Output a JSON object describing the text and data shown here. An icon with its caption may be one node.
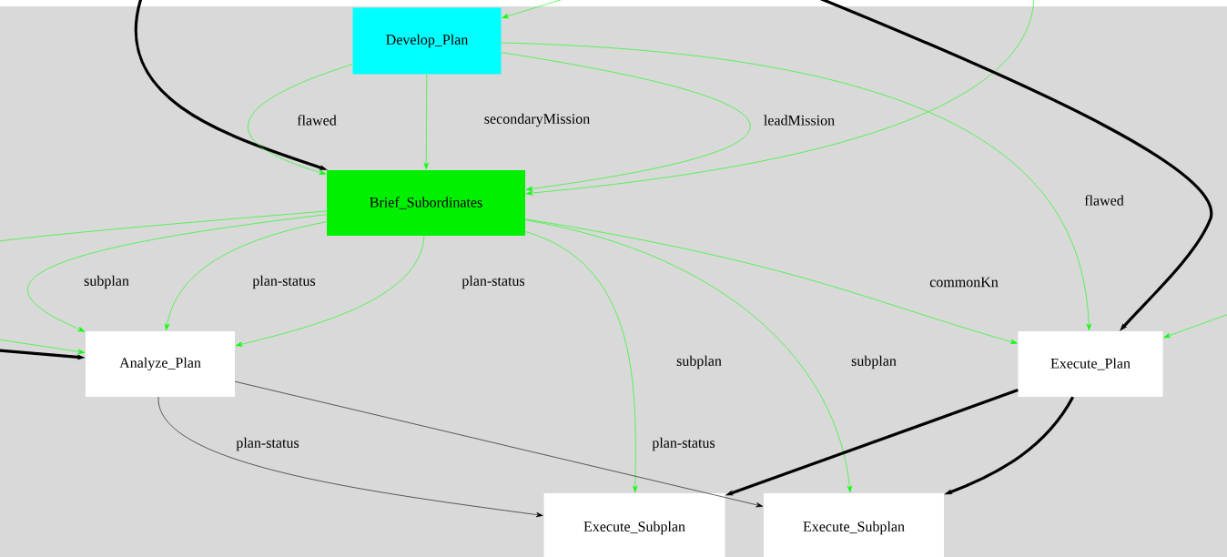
{
  "diagram": {
    "nodes": [
      {
        "text": [
          "Develop_Plan"
        ]
      },
      {
        "text": [
          "Brief_Subordinates"
        ]
      },
      {
        "text": [
          "Analyze_Plan"
        ]
      },
      {
        "text": [
          "Execute_Plan"
        ]
      },
      {
        "text": [
          "Execute_Subplan"
        ]
      },
      {
        "text": [
          "Execute_Subplan"
        ]
      }
    ],
    "edges": [
      {
        "from": null,
        "to": 1,
        "arrow": "to",
        "style": "thick",
        "color": "#000000"
      },
      {
        "from": null,
        "to": 0,
        "arrow": "to"
      },
      {
        "from": 0,
        "to": 1,
        "arrow": "to",
        "label": "flawed"
      },
      {
        "from": 0,
        "to": 1,
        "arrow": "to",
        "label": "secondaryMission"
      },
      {
        "from": 0,
        "to": 1,
        "arrow": "to",
        "label": "leadMission"
      },
      {
        "from": 0,
        "to": 3,
        "arrow": "to"
      },
      {
        "from": null,
        "to": 1,
        "arrow": "to"
      },
      {
        "from": null,
        "to": 3,
        "arrow": "to",
        "label": "flawed",
        "style": "thick",
        "color": "#000000"
      },
      {
        "from": null,
        "to": 3,
        "arrow": "to"
      },
      {
        "from": 1,
        "to": 2,
        "arrow": "to",
        "label": "subplan"
      },
      {
        "from": 1,
        "to": 2,
        "arrow": "to",
        "label": "plan-status"
      },
      {
        "from": 1,
        "to": 2,
        "arrow": "to",
        "label": "plan-status"
      },
      {
        "from": 1,
        "to": null,
        "arrow": "none"
      },
      {
        "from": null,
        "to": 2,
        "arrow": "to"
      },
      {
        "from": null,
        "to": 2,
        "arrow": "to",
        "style": "thick",
        "color": "#000000"
      },
      {
        "from": 1,
        "to": 4,
        "arrow": "to",
        "label": "subplan"
      },
      {
        "from": 1,
        "to": 5,
        "arrow": "to",
        "label": "subplan"
      },
      {
        "from": 1,
        "to": 3,
        "arrow": "to",
        "label": "commonKn"
      },
      {
        "from": 2,
        "to": 4,
        "arrow": "to",
        "label": "plan-status",
        "color": "#000000"
      },
      {
        "from": 2,
        "to": 5,
        "arrow": "to",
        "label": "plan-status",
        "color": "#000000"
      },
      {
        "from": 3,
        "to": 4,
        "arrow": "to",
        "style": "thick",
        "color": "#000000"
      },
      {
        "from": 3,
        "to": 5,
        "arrow": "to",
        "style": "thick",
        "color": "#000000"
      }
    ]
  }
}
